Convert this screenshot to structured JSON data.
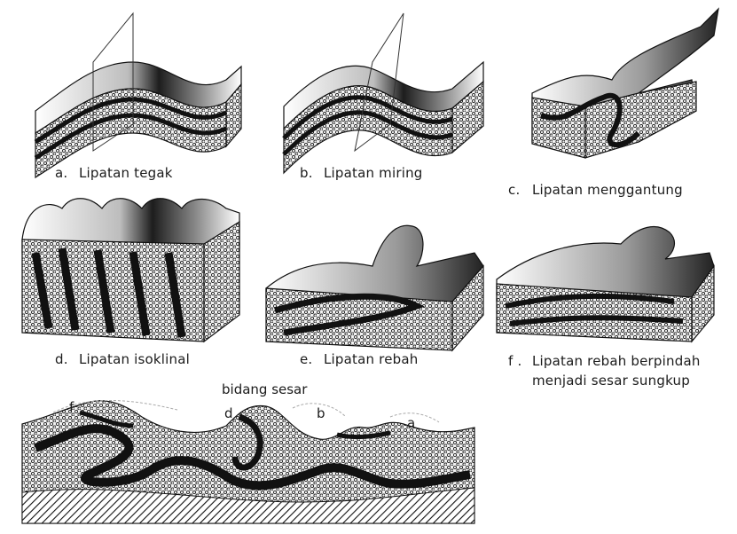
{
  "panels": [
    {
      "letter": "a.",
      "name": "Lipatan tegak"
    },
    {
      "letter": "b.",
      "name": "Lipatan miring"
    },
    {
      "letter": "c.",
      "name": "Lipatan menggantung"
    },
    {
      "letter": "d.",
      "name": "Lipatan isoklinal"
    },
    {
      "letter": "e.",
      "name": "Lipatan rebah"
    },
    {
      "letter": "f .",
      "name": "Lipatan rebah berpindah",
      "name_line2": "menjadi sesar sungkup"
    }
  ],
  "cross_section": {
    "title": "bidang sesar",
    "labels": {
      "f": "f",
      "d": "d",
      "b": "b",
      "a": "a"
    }
  }
}
